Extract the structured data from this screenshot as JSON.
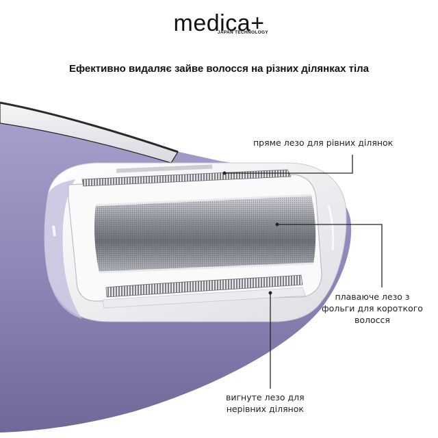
{
  "brand": {
    "logo_text": "medica+",
    "logo_sub": "JAPAN TECHNOLOGY"
  },
  "headline": "Ефективно видаляє зайве волосся на різних ділянках тіла",
  "callouts": {
    "straight_blade": "пряме лезо для рівних ділянок",
    "floating_blade_line1": "плаваюче лезо з",
    "floating_blade_line2": "фольги для короткого",
    "floating_blade_line3": "волосся",
    "curved_blade_line1": "вигнуте лезо для",
    "curved_blade_line2": "нерівних ділянок"
  },
  "colors": {
    "body_purple": "#8e86b8",
    "head_white": "#f4f4f6",
    "foil_grey": "#9a9ca4",
    "leader_line": "#222222"
  }
}
